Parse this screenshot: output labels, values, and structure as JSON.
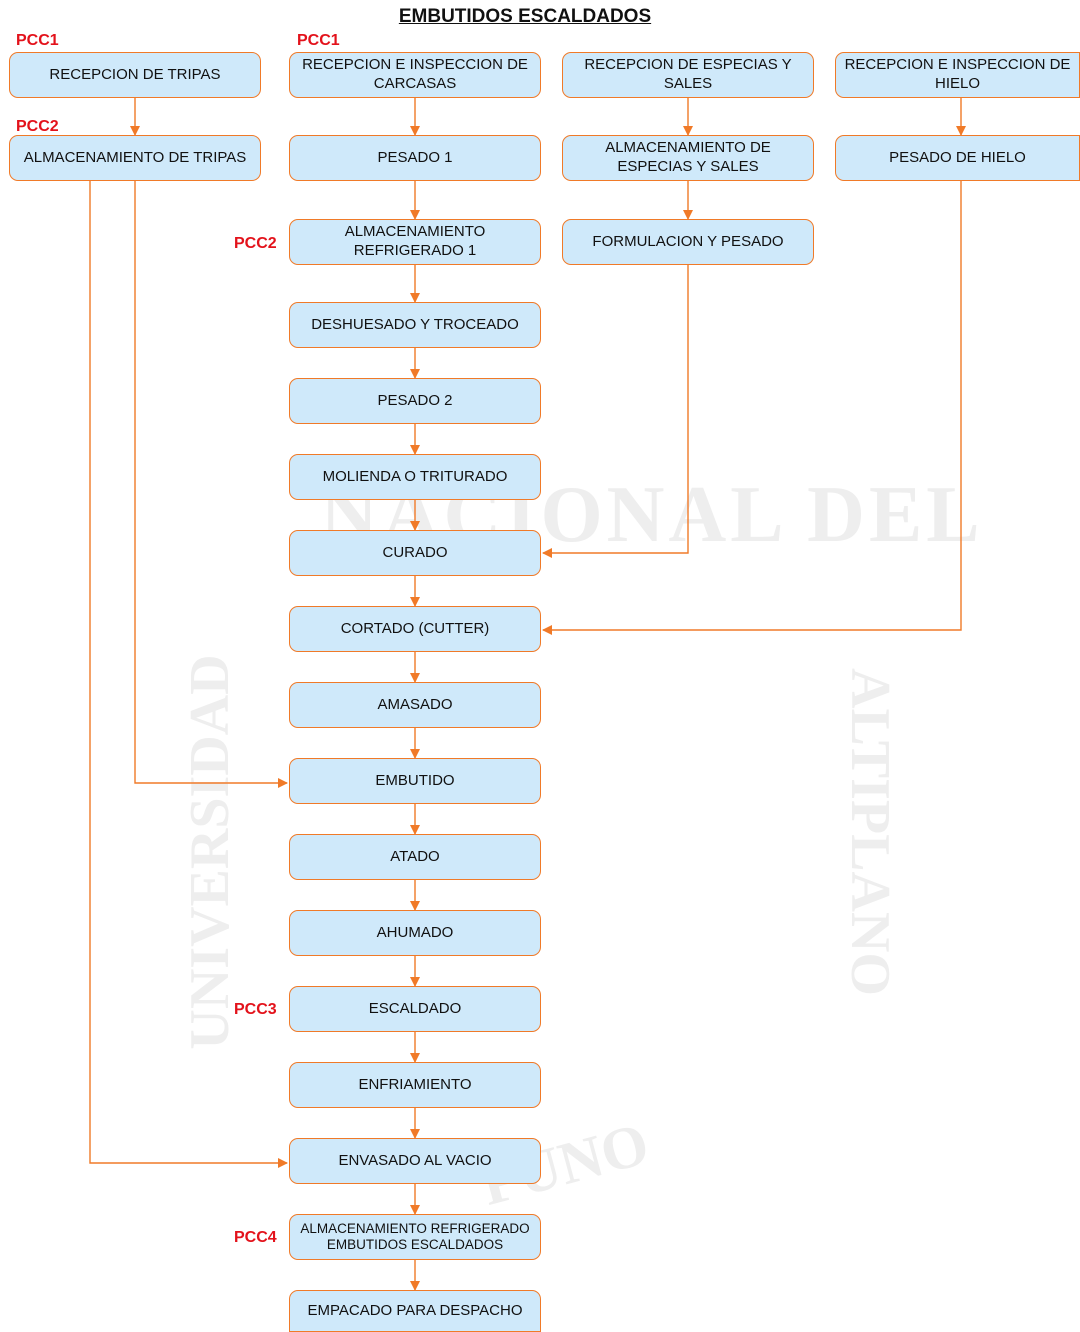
{
  "title": "EMBUTIDOS ESCALDADOS",
  "watermark": {
    "top": "NACIONAL DEL",
    "left": "UNIVERSIDAD",
    "right": "ALTIPLANO",
    "bottom": "PUNO"
  },
  "pcc_labels": {
    "tripas_recepcion": "PCC1",
    "carcasas_recepcion": "PCC1",
    "tripas_almacenamiento": "PCC2",
    "almacenamiento_refrigerado": "PCC2",
    "escaldado": "PCC3",
    "almacenamiento_final": "PCC4"
  },
  "steps": {
    "recepcion_tripas": "RECEPCION DE TRIPAS",
    "almacenamiento_tripas": "ALMACENAMIENTO DE TRIPAS",
    "recepcion_carcasas": "RECEPCION E INSPECCION DE CARCASAS",
    "pesado_1": "PESADO 1",
    "almacenamiento_refrigerado_1": "ALMACENAMIENTO REFRIGERADO 1",
    "deshuesado": "DESHUESADO Y TROCEADO",
    "pesado_2": "PESADO 2",
    "molienda": "MOLIENDA O TRITURADO",
    "curado": "CURADO",
    "cortado": "CORTADO (CUTTER)",
    "amasado": "AMASADO",
    "embutido": "EMBUTIDO",
    "atado": "ATADO",
    "ahumado": "AHUMADO",
    "escaldado": "ESCALDADO",
    "enfriamiento": "ENFRIAMIENTO",
    "envasado": "ENVASADO AL VACIO",
    "almacenamiento_final": "ALMACENAMIENTO REFRIGERADO EMBUTIDOS ESCALDADOS",
    "empacado": "EMPACADO PARA DESPACHO",
    "recepcion_especias": "RECEPCION DE ESPECIAS Y SALES",
    "almacenamiento_especias": "ALMACENAMIENTO DE ESPECIAS Y SALES",
    "formulacion": "FORMULACION Y PESADO",
    "recepcion_hielo": "RECEPCION E INSPECCION DE HIELO",
    "pesado_hielo": "PESADO DE HIELO"
  },
  "colors": {
    "box_fill": "#cfe9fa",
    "box_border": "#f07a28",
    "arrow": "#f07a28",
    "pcc": "#e3121b"
  }
}
